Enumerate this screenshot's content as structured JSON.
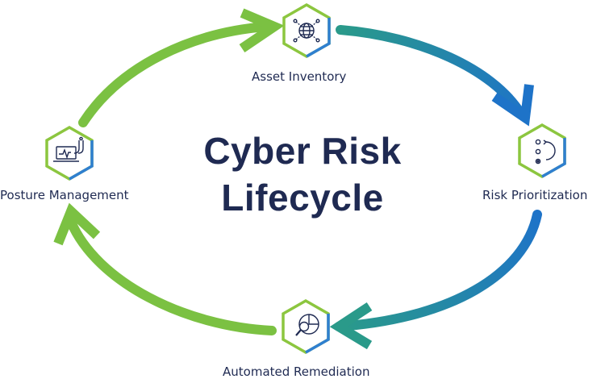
{
  "title": {
    "line1": "Cyber Risk",
    "line2": "Lifecycle"
  },
  "nodes": [
    {
      "label": "Asset Inventory",
      "icon": "globe-network-icon"
    },
    {
      "label": "Risk Prioritization",
      "icon": "priority-list-icon"
    },
    {
      "label": "Automated Remediation",
      "icon": "magnifier-pie-icon"
    },
    {
      "label": "Posture Management",
      "icon": "laptop-stethoscope-icon"
    }
  ],
  "colors": {
    "title": "#1f2a52",
    "green": "#7bc142",
    "teal": "#2a9a8a",
    "blue": "#1e73c8",
    "hex_outline_green": "#8cc63f",
    "hex_outline_blue": "#2f7fd0",
    "icon_stroke": "#1f2a52"
  }
}
